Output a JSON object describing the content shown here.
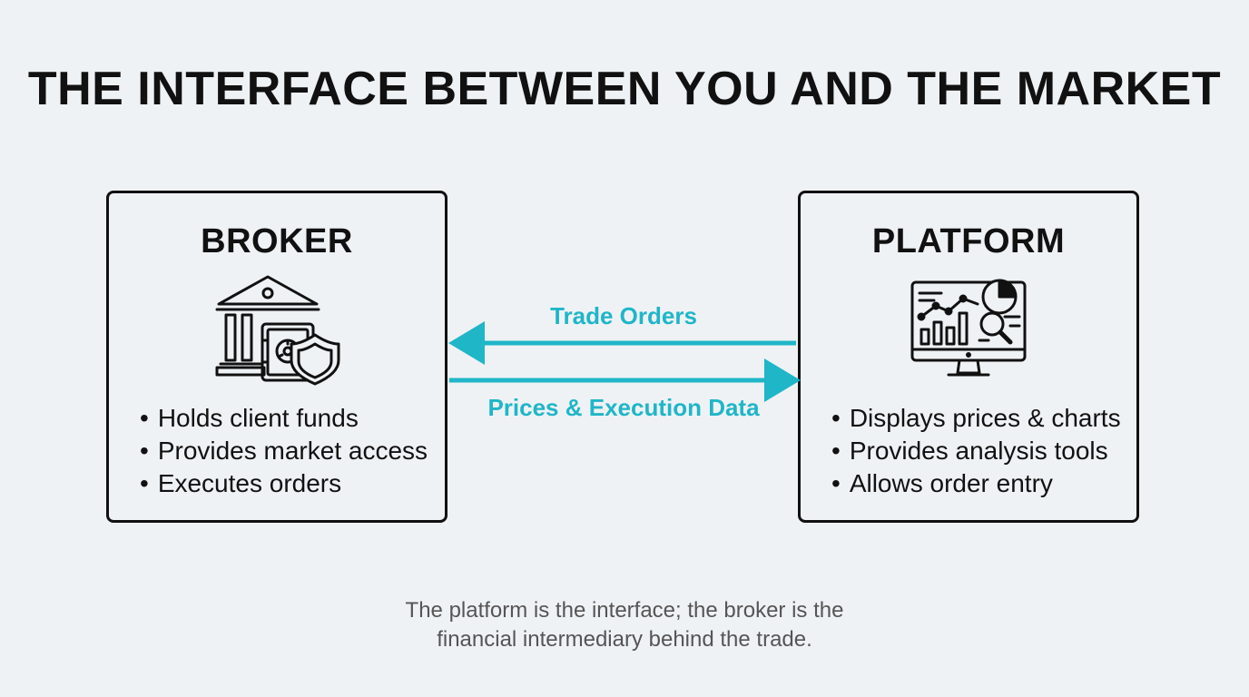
{
  "title": "THE INTERFACE BETWEEN YOU AND THE MARKET",
  "broker": {
    "title": "BROKER",
    "icon": "bank-vault-shield-icon",
    "bullets": [
      "Holds client funds",
      "Provides market access",
      "Executes orders"
    ]
  },
  "platform": {
    "title": "PLATFORM",
    "icon": "monitor-chart-icon",
    "bullets": [
      "Displays prices & charts",
      "Provides analysis tools",
      "Allows order entry"
    ]
  },
  "flows": {
    "platform_to_broker": "Trade Orders",
    "broker_to_platform": "Prices & Execution Data"
  },
  "caption": {
    "line1": "The platform is the interface; the broker is the",
    "line2": "financial intermediary behind the trade."
  },
  "colors": {
    "accent": "#1fb6c8",
    "ink": "#111111",
    "background": "#eff2f5",
    "caption": "#555555"
  }
}
